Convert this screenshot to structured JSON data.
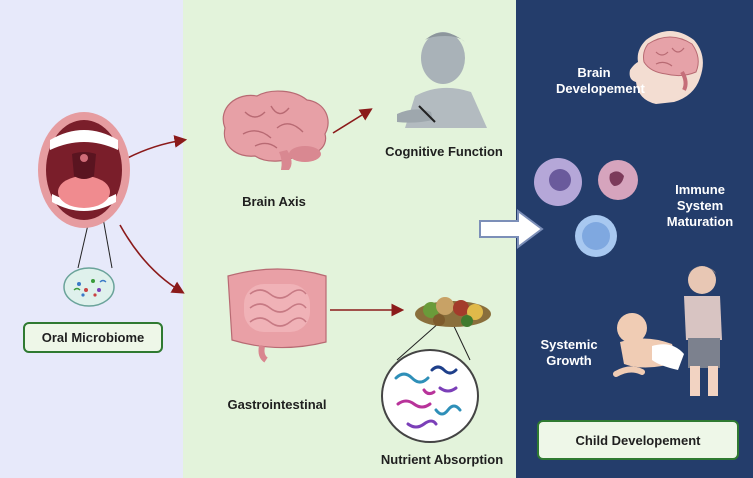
{
  "labels": {
    "oral_microbiome": "Oral Microbiome",
    "brain_axis": "Brain Axis",
    "cognitive_function": "Cognitive Function",
    "gastrointestinal": "Gastrointestinal",
    "nutrient_absorption": "Nutrient Absorption",
    "brain_development": "Brain\nDevelopement",
    "immune_system": "Immune\nSystem\nMaturation",
    "systemic_growth": "Systemic\nGrowth",
    "child_development": "Child Developement"
  },
  "colors": {
    "panel_left": "#e7e9fa",
    "panel_mid": "#e3f3db",
    "panel_right": "#243d6b",
    "arrow": "#8b1a1a",
    "box_border": "#2f7a31",
    "organ_pink": "#e49aa1"
  },
  "icons": [
    "mouth-icon",
    "microbe-circle-icon",
    "brain-icon",
    "child-writing-icon",
    "intestine-icon",
    "food-icon",
    "bacteria-circle-icon",
    "infant-brain-icon",
    "immune-cell-icon",
    "children-icon",
    "block-arrow-icon"
  ]
}
